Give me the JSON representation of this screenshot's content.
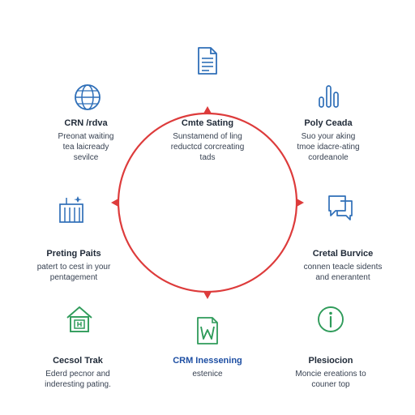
{
  "colors": {
    "ring": "#dd3b3b",
    "icon_blue": "#2f6fb8",
    "icon_green": "#2f9b5a",
    "text": "#1f2937",
    "title_blue": "#1e4fa3"
  },
  "nodes": {
    "top": {
      "icon": "document-icon",
      "title": "",
      "lines": []
    },
    "center": {
      "title": "Cmte Sating",
      "lines": [
        "Sunstamend of ling",
        "reductcd corcreating",
        "tads"
      ]
    },
    "top_left": {
      "icon": "globe-icon",
      "title": "CRN /rdva",
      "lines": [
        "Preonat waiting",
        "tea laicready",
        "sevilce"
      ]
    },
    "top_right": {
      "icon": "bar-chart-icon",
      "title": "Poly Ceada",
      "lines": [
        "Suo your aking",
        "tmoe idacre-ating",
        "cordeanole"
      ]
    },
    "mid_left": {
      "icon": "building-icon",
      "title": "Preting Paits",
      "lines": [
        "patert to cest in your",
        "pentagement"
      ]
    },
    "mid_right": {
      "icon": "chat-icon",
      "title": "Cretal Burvice",
      "lines": [
        "connen teacle sidents",
        "and enerantent"
      ]
    },
    "bottom_left": {
      "icon": "house-icon",
      "title": "Cecsol Trak",
      "lines": [
        "Ederd pecnor and",
        "inderesting pating."
      ]
    },
    "bottom": {
      "icon": "w-document-icon",
      "title": "CRM Inessening",
      "lines": [
        "estenice"
      ]
    },
    "bottom_right": {
      "icon": "info-icon",
      "title": "Plesiocion",
      "lines": [
        "Moncie ereations to",
        "couner top"
      ]
    }
  }
}
